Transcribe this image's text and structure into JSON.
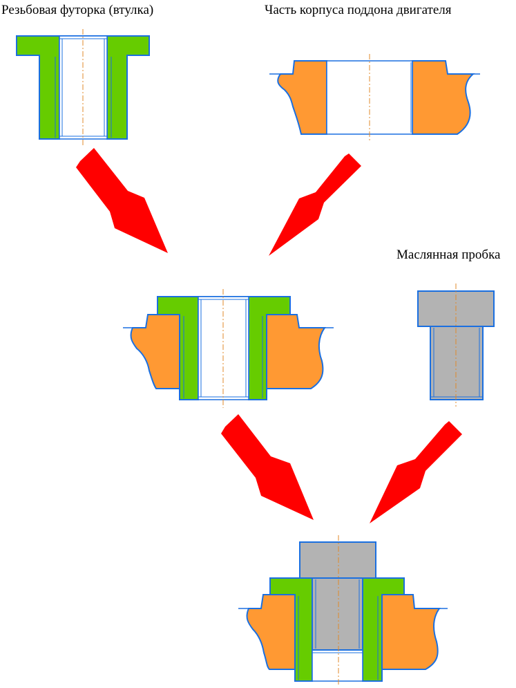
{
  "labels": {
    "bushing": "Резьбовая футорка (втулка)",
    "pan_part": "Часть корпуса поддона двигателя",
    "oil_plug": "Маслянная пробка"
  },
  "colors": {
    "bushing": "#66cc00",
    "pan": "#ff9933",
    "plug": "#b3b3b3",
    "outline": "#1a6fe0",
    "centerline": "#e08a2a",
    "arrow": "#ff0000",
    "background": "#ffffff"
  }
}
